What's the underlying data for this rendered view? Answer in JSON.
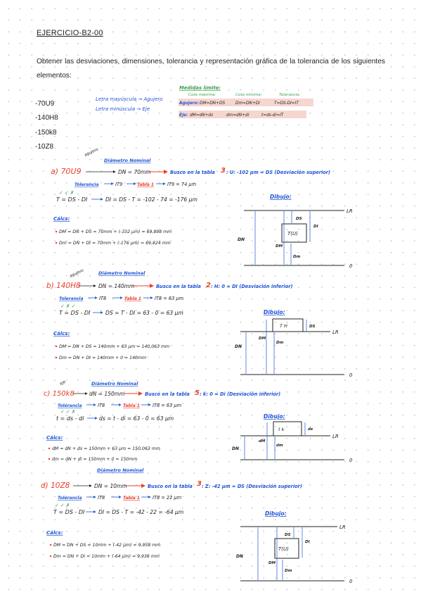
{
  "title": "EJERCICIO-B2-00",
  "intro": "Obtener las desviaciones, dimensiones, tolerancia y representación gráfica de la tolerancia de los siguientes elementos:",
  "elements": [
    "-70U9",
    "-140H8",
    "-150k8",
    "-10Z8"
  ],
  "legend": {
    "upper": "Letra mayúscula → Agujero",
    "lower": "Letra minúscula → Eje"
  },
  "limits": {
    "heading": "Medidas límite:",
    "col1": "Cota máxima:",
    "col2": "Cota mínima:",
    "col3": "Tolerancia:",
    "hole_label": "Agujero:",
    "hole1": "DM=DN+DS",
    "hole2": "Dm=DN+DI",
    "hole3": "T=DS-DI=IT",
    "shaft_label": "Eje:",
    "shaft1": "dM=dN+ds",
    "shaft2": "dm=dN+di",
    "shaft3": "t=ds-di=IT"
  },
  "colors": {
    "red": "#e8402a",
    "blue": "#1f57d6",
    "green": "#3aa04a",
    "highlight": "#f6d6cf",
    "ink": "#222222"
  },
  "common": {
    "diametro": "Diámetro Nominal",
    "eje_note": "eje",
    "agujero_note": "agujero",
    "calcs": "Cálcs:",
    "dibujo": "Dibujo:",
    "tolerancia": "Tolerancia",
    "tabla1": "Tabla 1",
    "lr": "LR",
    "zero": "0"
  },
  "items": [
    {
      "label": "a) 70U9",
      "dn": "DN = 70mm",
      "busco": "Busco en la tabla",
      "table_num": "3",
      "dev": ": U: -102 μm = DS (Desviación superior)",
      "it": "IT9 = 74 μm",
      "it_code": "IT9",
      "formula_a": "T = DS - DI",
      "formula_b": "DI = DS - T = -102 - 74 = -176 μm",
      "calc1": "DM = DN + DS = 70mm + (-102 μm) = 69,898 mm",
      "calc2": "Dm = DN + DI = 70mm + (-176 μm) = 69,824 mm",
      "box_top": "DS",
      "box_side": "DI",
      "box_in": "T(U)",
      "dm_big": "DM",
      "dm_small": "Dm",
      "dn_label": "DN"
    },
    {
      "label": "b) 140H8",
      "dn": "DN = 140mm",
      "busco": "Busco en la tabla",
      "table_num": "2",
      "dev": ": H: 0 = DI (Desviación inferior)",
      "it": "IT8 = 63 μm",
      "it_code": "IT8",
      "formula_a": "T = DS - DI",
      "formula_b": "DS = T - DI = 63 - 0 = 63 μm",
      "calc1": "DM = DN + DS = 140mm + 63 μm = 140,063 mm",
      "calc2": "Dm = DN + DI = 140mm + 0 = 140mm",
      "box_top": "DS",
      "box_in": "T H",
      "dm_big": "DM",
      "dm_small": "Dm",
      "dn_label": "DN"
    },
    {
      "label": "c) 150k8",
      "dn": "dN = 150mm",
      "busco": "Busco en la tabla",
      "table_num": "5",
      "dev": ": k: 0 = Di (Desviación inferior)",
      "it": "IT8 = 63 μm",
      "it_code": "IT8",
      "formula_a": "t = ds - di",
      "formula_b": "ds = t - di = 63 - 0 = 63 μm",
      "calc1": "dM = dN + ds = 150mm + 63 μm = 150,063 mm",
      "calc2": "dm = dN + di = 150mm + 0 = 150mm",
      "box_top": "ds",
      "box_in": "t  k",
      "dm_big": "dM",
      "dm_small": "dm",
      "dn_label": "DN"
    },
    {
      "label": "d) 10Z8",
      "dn": "DN = 10mm",
      "busco": "Busco en la tabla",
      "table_num": "3",
      "dev": ": Z: -42 μm = DS (Desviación superior)",
      "it": "IT8 = 22 μm",
      "it_code": "IT8",
      "formula_a": "T = DS - DI",
      "formula_b": "DI = DS - T = -42 - 22 = -64 μm",
      "calc1": "DM = DN + DS = 10mm + (-42 μm) = 9,958 mm",
      "calc2": "Dm = DN + DI = 10mm + (-64 μm) = 9,936 mm",
      "box_top": "DS",
      "box_side": "DI",
      "box_in": "T(U)",
      "dm_big": "DM",
      "dm_small": "Dm",
      "dn_label": "DN"
    }
  ]
}
